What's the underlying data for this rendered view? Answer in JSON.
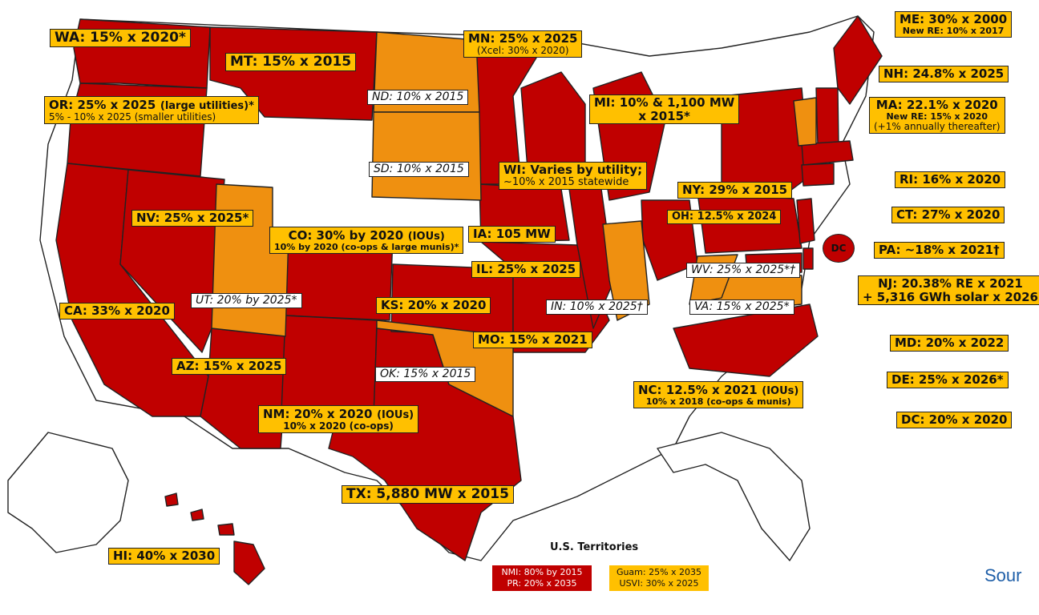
{
  "colors": {
    "rps": "#c00000",
    "goal": "#ef9010",
    "none": "#ffffff",
    "box": "#ffc000"
  },
  "labels": {
    "wa": "WA: 15% x 2020*",
    "mt": "MT: 15% x 2015",
    "or_main": "OR: 25% x 2025",
    "or_tag": "(large utilities)*",
    "or_sub": "5% - 10% x 2025 (smaller utilities)",
    "mn_main": "MN: 25% x 2025",
    "mn_sub": "(Xcel: 30% x 2020)",
    "nd": "ND: 10% x 2015",
    "sd": "SD: 10% x 2015",
    "mi_main": "MI: 10% & 1,100 MW",
    "mi_sub": "x 2015*",
    "wi_main": "WI: Varies by utility;",
    "wi_sub": "~10% x 2015 statewide",
    "ny": "NY: 29% x 2015",
    "oh": "OH: 12.5% x 2024",
    "nv": "NV: 25% x 2025*",
    "co_main": "CO: 30% by 2020",
    "co_tag": "(IOUs)",
    "co_sub": "10% by 2020 (co-ops & large munis)*",
    "ia": "IA: 105 MW",
    "il": "IL: 25% x 2025",
    "wv": "WV: 25% x 2025*†",
    "ut": "UT: 20% by 2025*",
    "ca": "CA: 33% x 2020",
    "ks": "KS: 20% x 2020",
    "in": "IN: 10% x 2025†",
    "va": "VA: 15% x 2025*",
    "mo": "MO: 15% x 2021",
    "az": "AZ: 15% x 2025",
    "ok": "OK: 15% x 2015",
    "nm_main": "NM: 20% x 2020",
    "nm_tag": "(IOUs)",
    "nm_sub": "10% x 2020 (co-ops)",
    "nc_main": "NC: 12.5% x 2021",
    "nc_tag": "(IOUs)",
    "nc_sub": "10% x 2018 (co-ops & munis)",
    "tx": "TX: 5,880 MW x 2015",
    "hi": "HI: 40% x 2030",
    "me_main": "ME: 30% x 2000",
    "me_sub": "New RE: 10% x 2017",
    "nh": "NH: 24.8% x 2025",
    "ma_main": "MA: 22.1% x 2020",
    "ma_sub": "New RE: 15% x 2020",
    "ma_sub2": "(+1% annually thereafter)",
    "ri": "RI: 16% x 2020",
    "ct": "CT: 27% x 2020",
    "pa": "PA: ~18% x 2021†",
    "nj_main": "NJ: 20.38% RE x 2021",
    "nj_sub": "+ 5,316 GWh solar x 2026",
    "md": "MD: 20% x 2022",
    "de": "DE: 25% x 2026*",
    "dc": "DC: 20% x 2020",
    "dc_marker": "DC"
  },
  "territories": {
    "title": "U.S. Territories",
    "red_line1": "NMI: 80% by 2015",
    "red_line2": "PR: 20% x 2035",
    "orange_line1": "Guam: 25% x 2035",
    "orange_line2": "USVI: 30% x 2025"
  },
  "source": "Sour"
}
